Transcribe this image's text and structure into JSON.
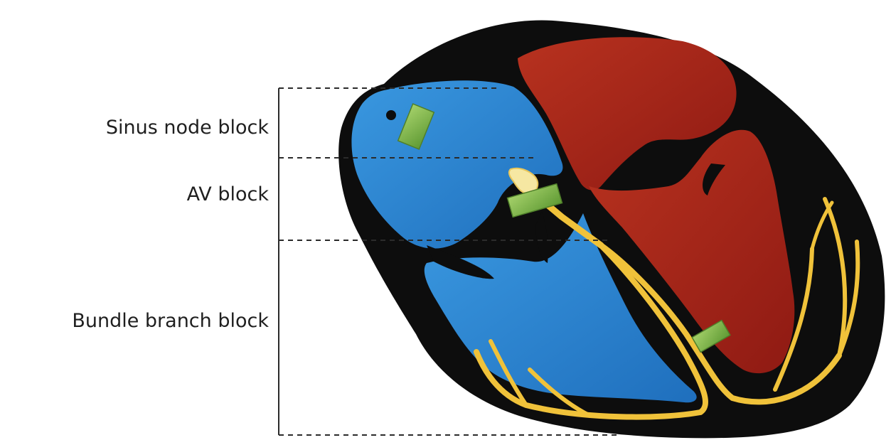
{
  "labels": {
    "sinus_node_block": "Sinus node block",
    "av_block": "AV block",
    "bundle_branch_block": "Bundle branch block"
  },
  "colors": {
    "outline": "#0d0d0d",
    "right_heart_blue": "#2a86d4",
    "left_heart_red": "#a8241b",
    "conduction_yellow": "#f0c23a",
    "av_node": "#f6e7a2",
    "block_marker_green": "#7cb342",
    "guide_lines": "#2b2b2b"
  }
}
